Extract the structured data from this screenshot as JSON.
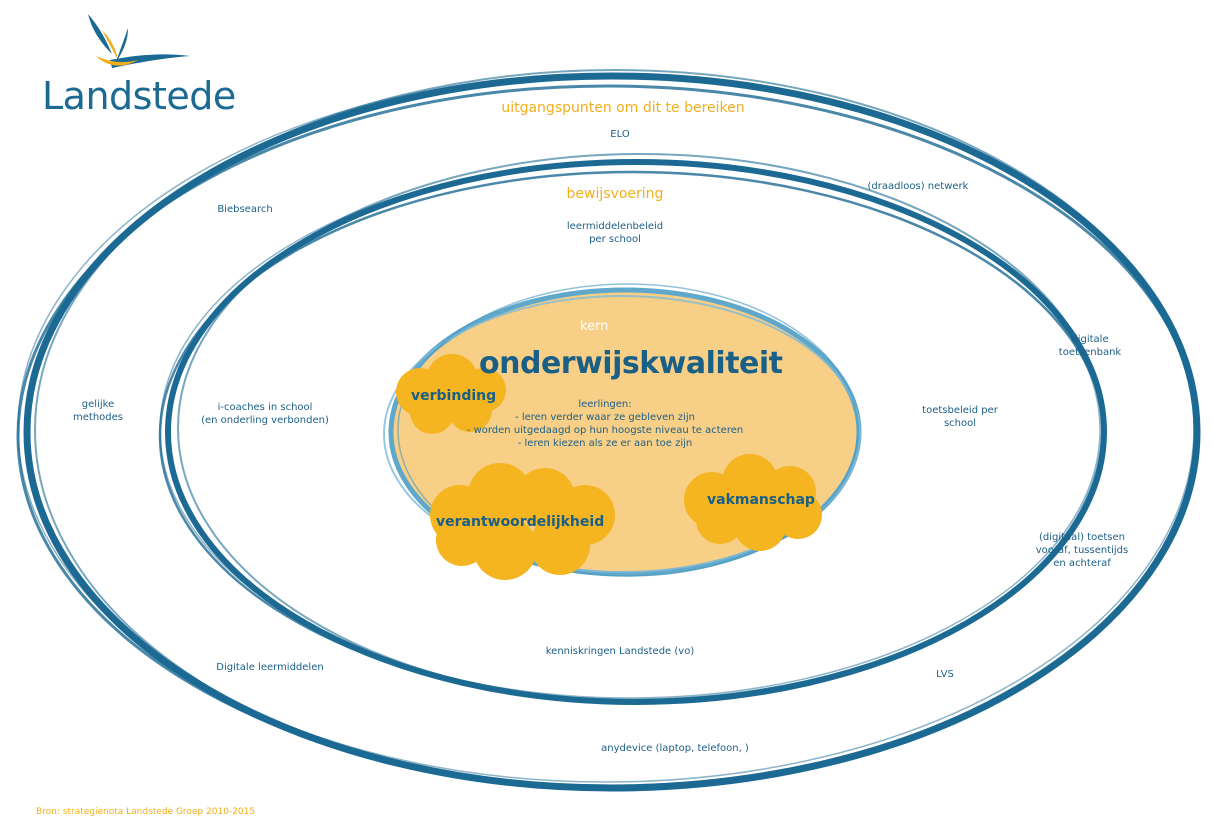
{
  "logo": {
    "text": "Landstede"
  },
  "outer_ring": {
    "title": "uitgangspunten om dit te bereiken",
    "items": {
      "elo": "ELO",
      "biebsearch": "Biebsearch",
      "netwerk": "(draadloos) netwerk",
      "toetsenbank": "digitale\ntoetsenbank",
      "methodes": "gelijke\nmethodes",
      "toetsen": "(digitaal) toetsen\nvooraf, tussentijds\nen achteraf",
      "leermiddelen": "Digitale leermiddelen",
      "lvs": "LVS",
      "anydevice": "anydevice (laptop, telefoon, )"
    }
  },
  "middle_ring": {
    "title": "bewijsvoering",
    "items": {
      "leermiddelenbeleid": "leermiddelenbeleid\nper school",
      "icoaches": "i-coaches in school\n(en onderling verbonden)",
      "toetsbeleid": "toetsbeleid per\nschool",
      "kenniskringen": "kenniskringen Landstede (vo)"
    }
  },
  "core": {
    "label": "kern",
    "title": "onderwijskwaliteit",
    "learners_heading": "leerlingen:",
    "learners_points": [
      "- leren verder waar ze gebleven zijn",
      "- worden uitgedaagd op hun hoogste niveau te acteren",
      "- leren kiezen als ze er aan toe zijn"
    ],
    "clouds": {
      "verbinding": "verbinding",
      "verantwoordelijkheid": "verantwoordelijkheid",
      "vakmanschap": "vakmanschap"
    }
  },
  "source": "Bron: strategienota Landstede Groep 2010-2015",
  "colors": {
    "ring": "#1c6a94",
    "accent": "#f2ae1c",
    "core_fill": "#f8cf86",
    "cloud": "#f4b521",
    "text": "#1d5f86"
  }
}
